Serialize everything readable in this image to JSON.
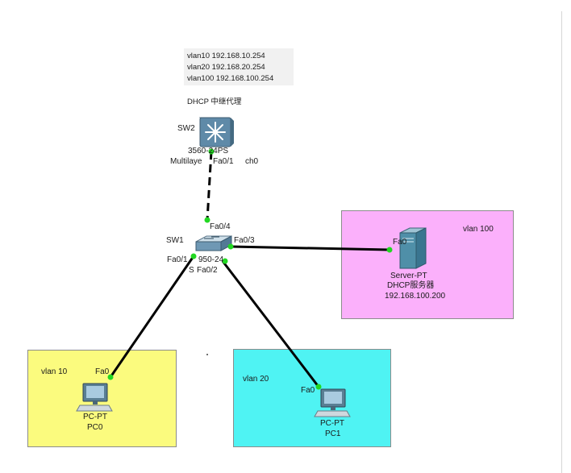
{
  "header": {
    "routes": [
      "vlan10 192.168.10.254",
      "vlan20 192.168.20.254",
      "vlan100 192.168.100.254"
    ],
    "relay_note": "DHCP 中继代理"
  },
  "devices": {
    "sw2": {
      "name": "SW2",
      "model": "3560-24PS",
      "line2_left": "Multilaye",
      "line2_right": "ch0"
    },
    "sw1": {
      "name": "SW1",
      "model_fragment": "950-24",
      "line2_left": "S"
    },
    "server": {
      "type": "Server-PT",
      "name": "DHCP服务器",
      "ip": "192.168.100.200"
    },
    "pc0": {
      "type": "PC-PT",
      "name": "PC0"
    },
    "pc1": {
      "type": "PC-PT",
      "name": "PC1"
    }
  },
  "ports": {
    "sw2_down": "Fa0/1",
    "sw1_up": "Fa0/4",
    "sw1_server": "Fa0/3",
    "sw1_pc0": "Fa0/1",
    "sw1_pc1": "Fa0/2",
    "server": "Fa0",
    "pc0": "Fa0",
    "pc1": "Fa0"
  },
  "regions": {
    "vlan10": {
      "label": "vlan 10",
      "color": "#fbfb7e"
    },
    "vlan20": {
      "label": "vlan 20",
      "color": "#4ff3f3"
    },
    "vlan100": {
      "label": "vlan 100",
      "color": "#fbb0fb"
    }
  },
  "colors": {
    "link": "#000000",
    "port_dot": "#22d822"
  },
  "icons": [
    "multilayer-switch-icon",
    "switch-icon",
    "server-icon",
    "pc-icon"
  ]
}
